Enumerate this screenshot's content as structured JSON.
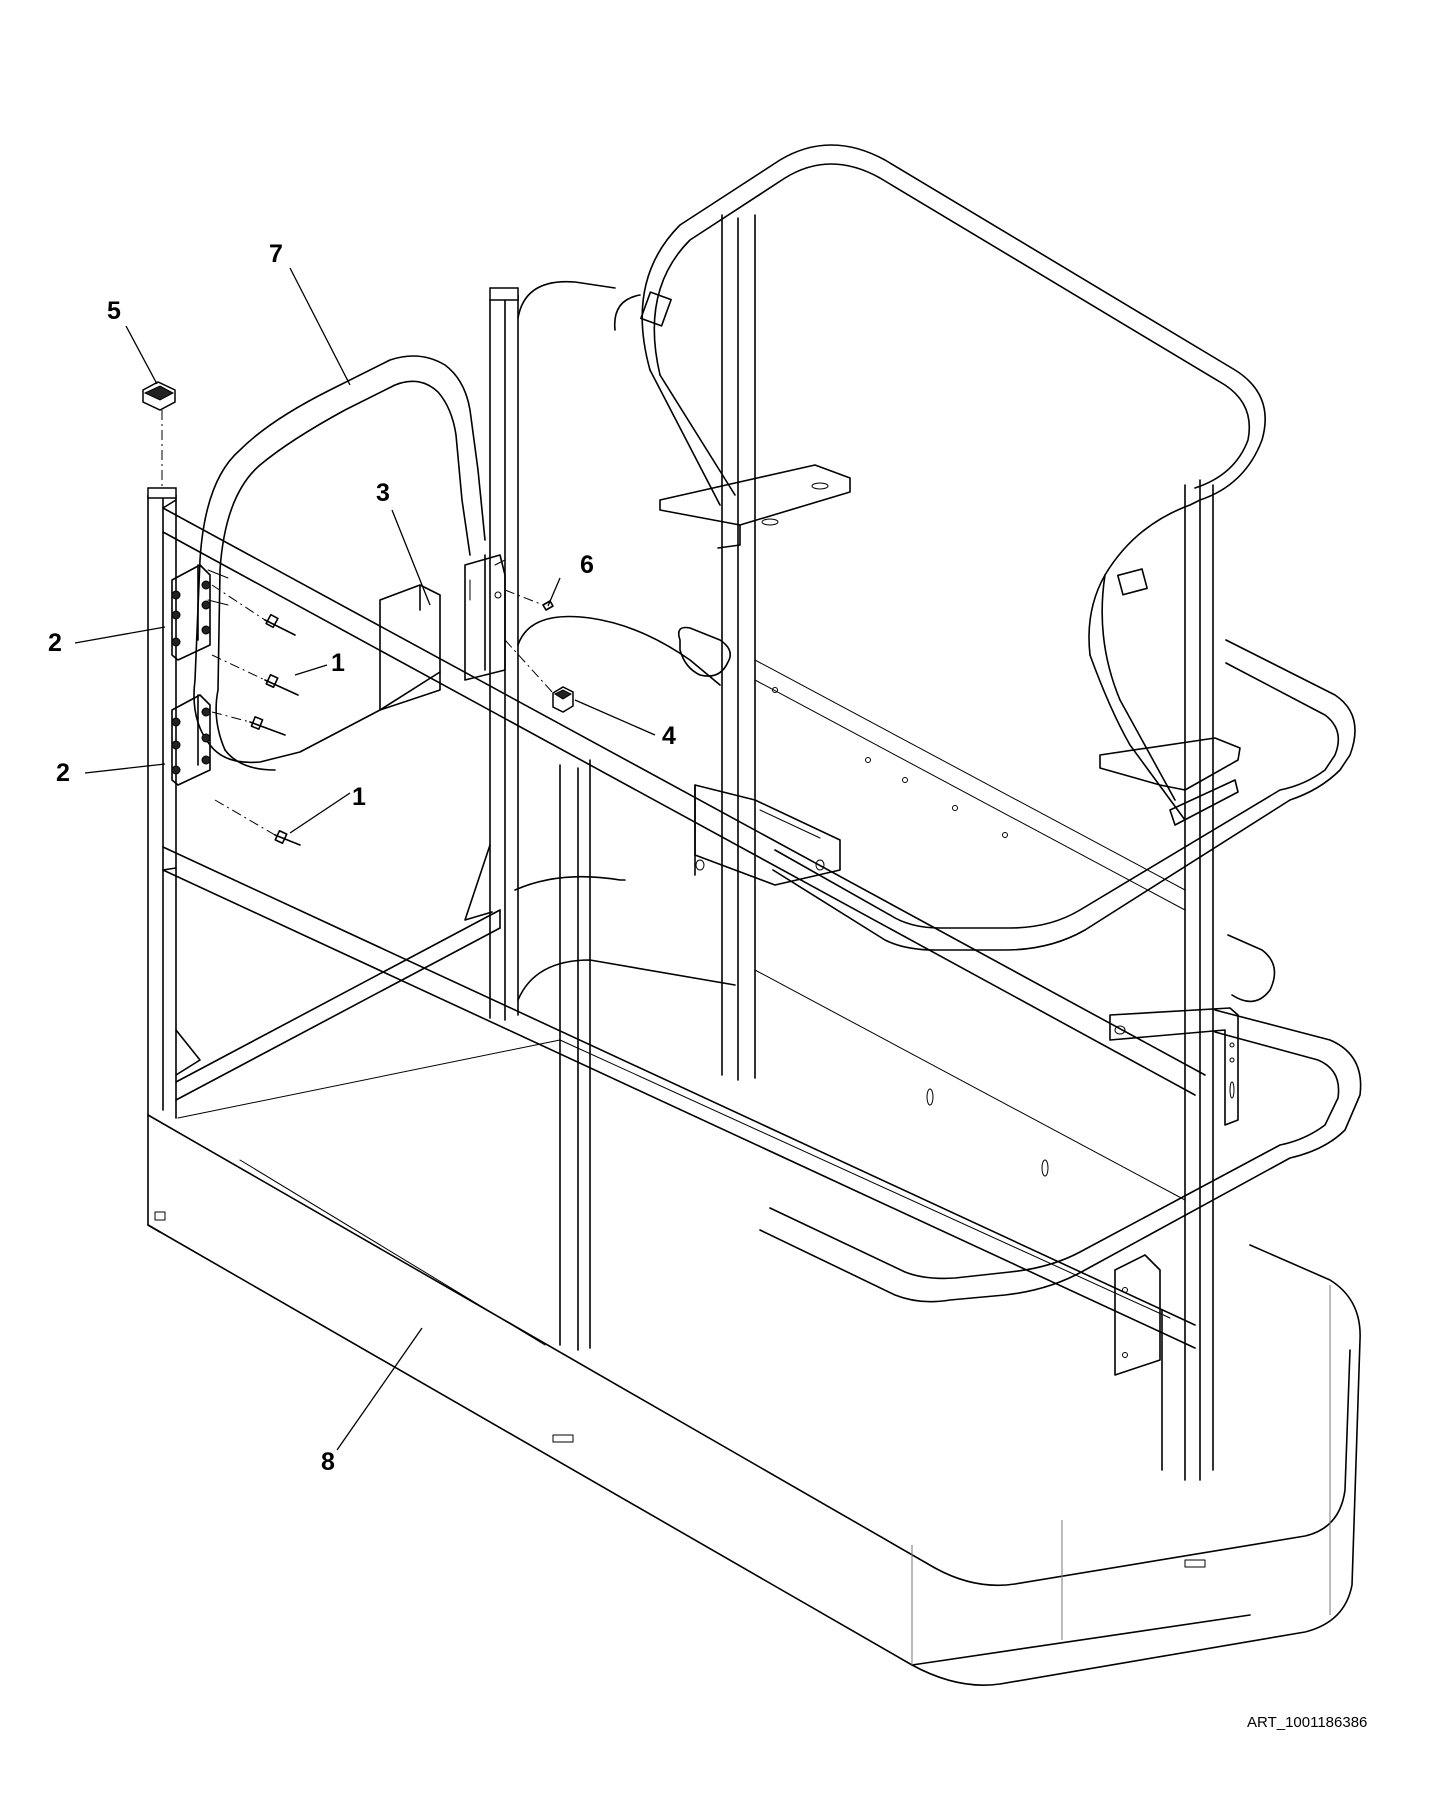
{
  "callouts": [
    {
      "id": "1a",
      "label": "1"
    },
    {
      "id": "1b",
      "label": "1"
    },
    {
      "id": "2a",
      "label": "2"
    },
    {
      "id": "2b",
      "label": "2"
    },
    {
      "id": "3",
      "label": "3"
    },
    {
      "id": "4",
      "label": "4"
    },
    {
      "id": "5",
      "label": "5"
    },
    {
      "id": "6",
      "label": "6"
    },
    {
      "id": "7",
      "label": "7"
    },
    {
      "id": "8",
      "label": "8"
    }
  ],
  "art_id": "ART_1001186386"
}
